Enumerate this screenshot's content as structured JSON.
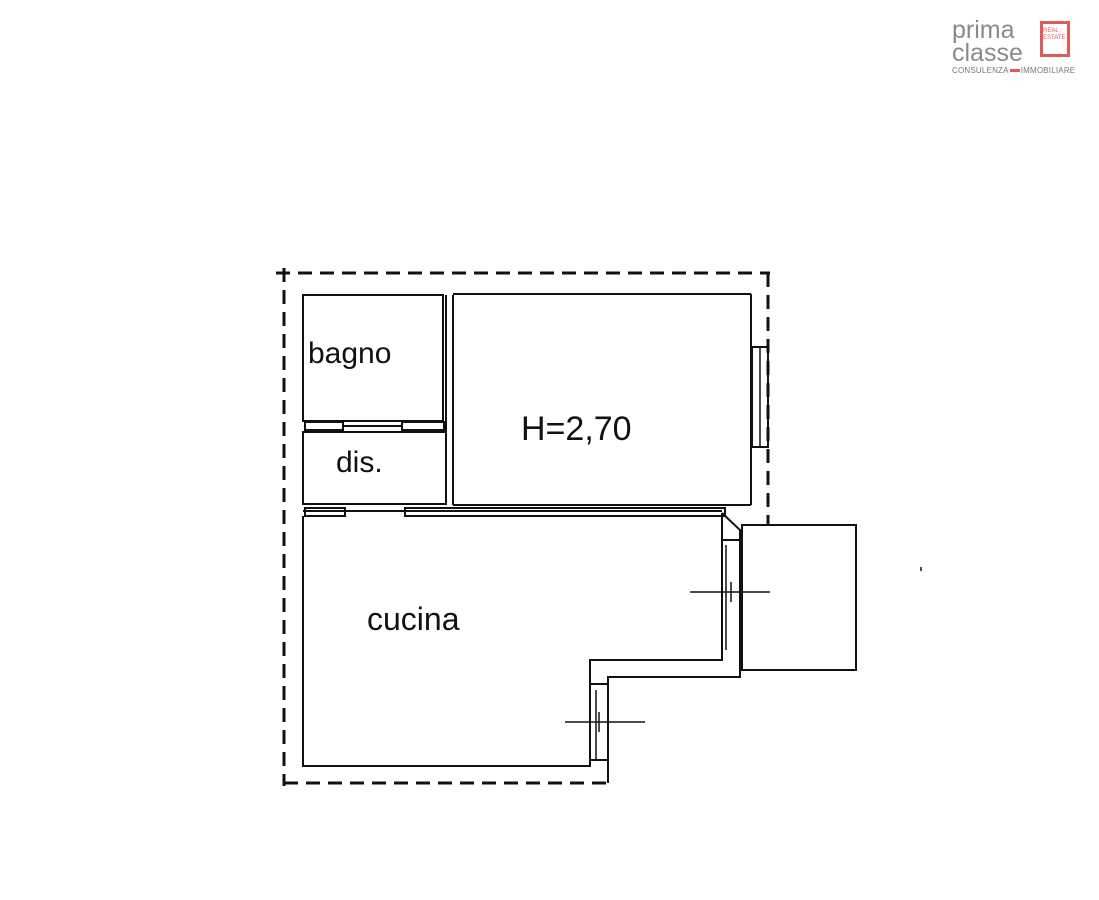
{
  "logo": {
    "line1": "prima",
    "line2": "classe",
    "box_text_1": "REAL",
    "box_text_2": "ESTATE",
    "tagline_left": "CONSULENZA",
    "tagline_right": "IMMOBILIARE",
    "accent_color": "#e05a5a",
    "text_color": "#8a8a8a"
  },
  "rooms": {
    "bagno": "bagno",
    "dis": "dis.",
    "height": "H=2,70",
    "cucina": "cucina"
  },
  "colors": {
    "wall": "#111111",
    "background": "#ffffff"
  }
}
